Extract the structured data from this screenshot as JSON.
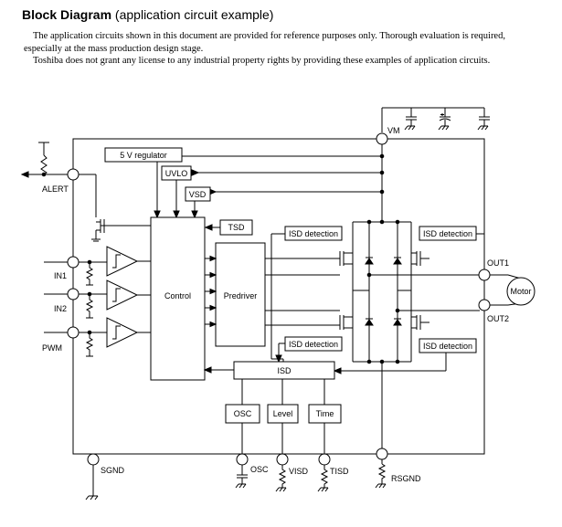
{
  "heading": {
    "bold": "Block Diagram",
    "rest": " (application circuit example)"
  },
  "paragraphs": [
    "The application circuits shown in this document are provided for reference purposes only. Thorough evaluation is required, especially at the mass production design stage.",
    "Toshiba does not grant any license to any industrial property rights by providing these examples of application circuits."
  ],
  "blocks": {
    "regulator": "5 V regulator",
    "uvlo": "UVLO",
    "vsd": "VSD",
    "tsd": "TSD",
    "control": "Control",
    "predriver": "Predriver",
    "isd_detection": "ISD detection",
    "isd": "ISD",
    "osc": "OSC",
    "level": "Level",
    "time": "Time",
    "motor": "Motor"
  },
  "pins": {
    "vm": "VM",
    "alert": "ALERT",
    "in1": "IN1",
    "in2": "IN2",
    "pwm": "PWM",
    "out1": "OUT1",
    "out2": "OUT2",
    "sgnd": "SGND",
    "osc": "OSC",
    "visd": "VISD",
    "tisd": "TISD",
    "rsgnd": "RSGND"
  }
}
